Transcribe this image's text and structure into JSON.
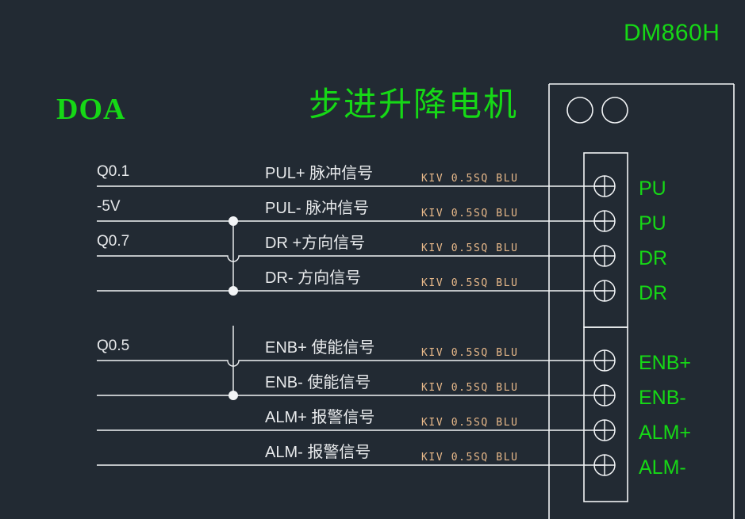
{
  "diagram": {
    "model_title": "DM860H",
    "panel_title": "DOA",
    "subject_title": "步进升降电机",
    "colors": {
      "background": "#222a33",
      "wire": "#f2f4f6",
      "green_text": "#16d816",
      "white_text": "#e8eaec",
      "wire_label": "#e8b98a"
    },
    "rows": [
      {
        "source": "Q0.1",
        "signal": "PUL+ 脉冲信号",
        "wire_spec": "KIV 0.5SQ BLU",
        "terminal": "PU"
      },
      {
        "source": "-5V",
        "signal": "PUL- 脉冲信号",
        "wire_spec": "KIV 0.5SQ BLU",
        "terminal": "PU"
      },
      {
        "source": "Q0.7",
        "signal": "DR +方向信号",
        "wire_spec": "KIV 0.5SQ BLU",
        "terminal": "DR"
      },
      {
        "source": "",
        "signal": "DR- 方向信号",
        "wire_spec": "KIV 0.5SQ BLU",
        "terminal": "DR"
      },
      {
        "source": "Q0.5",
        "signal": "ENB+ 使能信号",
        "wire_spec": "KIV 0.5SQ BLU",
        "terminal": "ENB+"
      },
      {
        "source": "",
        "signal": "ENB- 使能信号",
        "wire_spec": "KIV 0.5SQ BLU",
        "terminal": "ENB-"
      },
      {
        "source": "",
        "signal": "ALM+ 报警信号",
        "wire_spec": "KIV 0.5SQ BLU",
        "terminal": "ALM+"
      },
      {
        "source": "",
        "signal": "ALM- 报警信号",
        "wire_spec": "KIV 0.5SQ BLU",
        "terminal": "ALM-"
      }
    ]
  }
}
